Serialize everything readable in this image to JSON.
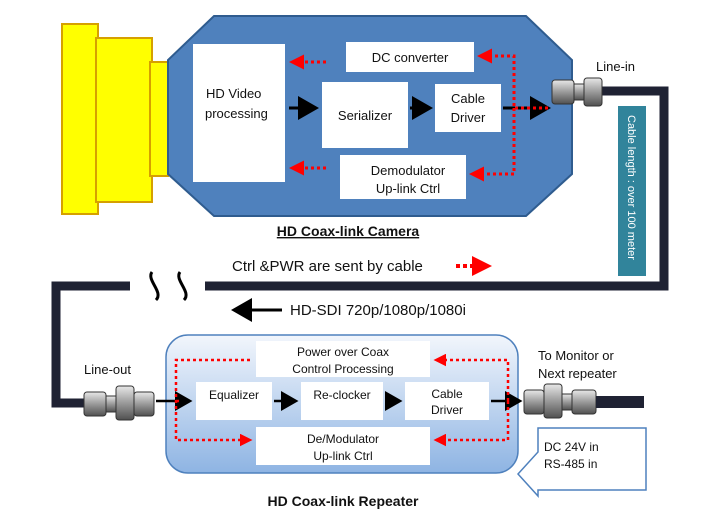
{
  "camera": {
    "title": "HD Coax-link Camera",
    "blocks": {
      "hd_video_line1": "HD Video",
      "hd_video_line2": "processing",
      "dc_converter": "DC converter",
      "serializer": "Serializer",
      "cable_driver_line1": "Cable",
      "cable_driver_line2": "Driver",
      "demod_line1": "Demodulator",
      "demod_line2": "Up-link  Ctrl"
    }
  },
  "cable": {
    "line_in": "Line-in",
    "length_label": "Cable length : over 100 meter",
    "ctrl_pwr": "Ctrl &PWR are sent by cable",
    "signal": "HD-SDI 720p/1080p/1080i",
    "line_out": "Line-out"
  },
  "repeater": {
    "title": "HD Coax-link Repeater",
    "blocks": {
      "poc_line1": "Power over Coax",
      "poc_line2": "Control Processing",
      "equalizer": "Equalizer",
      "reclocker": "Re-clocker",
      "cable_driver_line1": "Cable",
      "cable_driver_line2": "Driver",
      "demod_line1": "De/Modulator",
      "demod_line2": "Up-link Ctrl"
    },
    "to_monitor_line1": "To Monitor or",
    "to_monitor_line2": "Next repeater",
    "callout_line1": "DC 24V in",
    "callout_line2": "RS-485 in"
  },
  "colors": {
    "camera_body": "#4f81bd",
    "lens": "#ffff00",
    "cable": "#1f2233",
    "length_bar": "#31849b",
    "ctrl_arrow": "#ff0000",
    "repeater_top": "#f2f6fc",
    "repeater_bottom": "#8eb4e3"
  }
}
